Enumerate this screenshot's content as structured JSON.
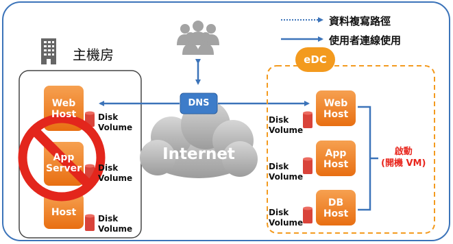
{
  "legend": {
    "replication": "資料複寫路徑",
    "user_connection": "使用者連線使用"
  },
  "main_datacenter": {
    "title": "主機房",
    "hosts": [
      "Web\nHost",
      "App\nServer",
      "Host"
    ],
    "disk_label": "Disk\nVolume",
    "unavailable": true
  },
  "dns": "DNS",
  "internet": "Internet",
  "edc": {
    "title": "eDC",
    "hosts": [
      "Web\nHost",
      "App\nHost",
      "DB\nHost"
    ],
    "disk_label": "Disk\nVolume",
    "action": "啟動\n(開機 VM)"
  },
  "colors": {
    "frame": "#3b73b9",
    "host_orange": "#f07d1b",
    "disk_red": "#d9433a",
    "edc_orange": "#f39a1e",
    "action_red": "#e8261d",
    "cloud_gray": "#b9b9b9",
    "dns_blue": "#3d7cc9",
    "prohibit_red": "#e3261c"
  }
}
